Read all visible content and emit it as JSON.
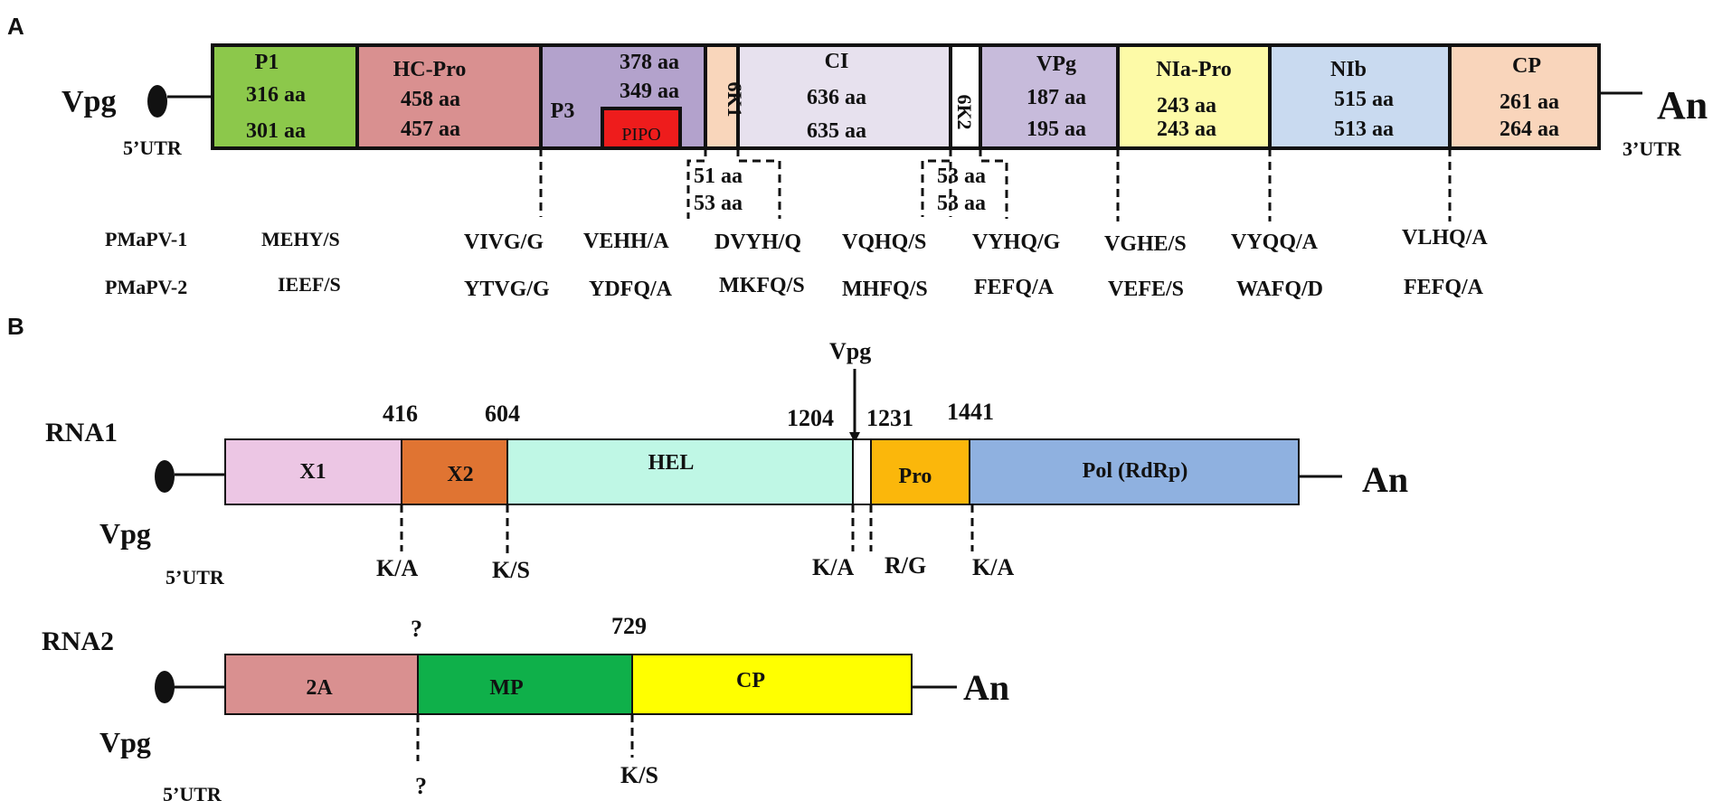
{
  "panel_a": {
    "label": "A",
    "vpg": "Vpg",
    "utr5": "5’UTR",
    "utr3": "3’UTR",
    "polya": "An",
    "segments": [
      {
        "name": "P1",
        "l1": "316 aa",
        "l2": "301 aa",
        "color": "#8cc84b"
      },
      {
        "name": "HC-Pro",
        "l1": "458 aa",
        "l2": "457 aa",
        "color": "#d99090"
      },
      {
        "name": "P3",
        "l1": "378 aa",
        "l2": "349 aa",
        "color": "#b3a2cc"
      },
      {
        "name": "6K1",
        "color": "#f9d6bb"
      },
      {
        "name": "CI",
        "l1": "636 aa",
        "l2": "635 aa",
        "color": "#e7e1ee"
      },
      {
        "name": "6K2",
        "color": "#ffffff"
      },
      {
        "name": "VPg",
        "l1": "187 aa",
        "l2": "195 aa",
        "color": "#c7bbdb"
      },
      {
        "name": "NIa-Pro",
        "l1": "243 aa",
        "l2": "243 aa",
        "color": "#fdfaa7"
      },
      {
        "name": "NIb",
        "l1": "515 aa",
        "l2": "513 aa",
        "color": "#c9daf0"
      },
      {
        "name": "CP",
        "l1": "261 aa",
        "l2": "264 aa",
        "color": "#f9d5bb"
      }
    ],
    "pipo": {
      "name": "PIPO",
      "color": "#ee1c1c"
    },
    "k1_sizes": [
      "51 aa",
      "53 aa"
    ],
    "k2_sizes": [
      "53 aa",
      "53 aa"
    ],
    "isolates": [
      "PMaPV-1",
      "PMaPV-2"
    ],
    "cleavage_sites": [
      [
        "MEHY/S",
        "IEEF/S"
      ],
      [
        "VIVG/G",
        "YTVG/G"
      ],
      [
        "VEHH/A",
        "YDFQ/A"
      ],
      [
        "DVYH/Q",
        "MKFQ/S"
      ],
      [
        "VQHQ/S",
        "MHFQ/S"
      ],
      [
        "VYHQ/G",
        "FEFQ/A"
      ],
      [
        "VGHE/S",
        "VEFE/S"
      ],
      [
        "VYQQ/A",
        "WAFQ/D"
      ],
      [
        "VLHQ/A",
        "FEFQ/A"
      ]
    ]
  },
  "panel_b": {
    "label": "B",
    "vpg_top": "Vpg",
    "rna1": {
      "title": "RNA1",
      "vpg": "Vpg",
      "utr5": "5’UTR",
      "polya": "An",
      "positions": [
        "416",
        "604",
        "1204",
        "1231",
        "1441"
      ],
      "segments": [
        {
          "name": "X1",
          "color": "#ecc6e4"
        },
        {
          "name": "X2",
          "color": "#e07432"
        },
        {
          "name": "HEL",
          "color": "#bff7e5"
        },
        {
          "name": "",
          "color": "#ffffff"
        },
        {
          "name": "Pro",
          "color": "#fbb70b"
        },
        {
          "name": "Pol (RdRp)",
          "color": "#8fb1e0"
        }
      ],
      "sites": [
        "K/A",
        "K/S",
        "K/A",
        "R/G",
        "K/A"
      ]
    },
    "rna2": {
      "title": "RNA2",
      "vpg": "Vpg",
      "utr5": "5’UTR",
      "polya": "An",
      "positions": [
        "?",
        "729"
      ],
      "segments": [
        {
          "name": "2A",
          "color": "#d99090"
        },
        {
          "name": "MP",
          "color": "#0fb04a"
        },
        {
          "name": "CP",
          "color": "#ffff00"
        }
      ],
      "sites": [
        "?",
        "K/S"
      ]
    }
  }
}
